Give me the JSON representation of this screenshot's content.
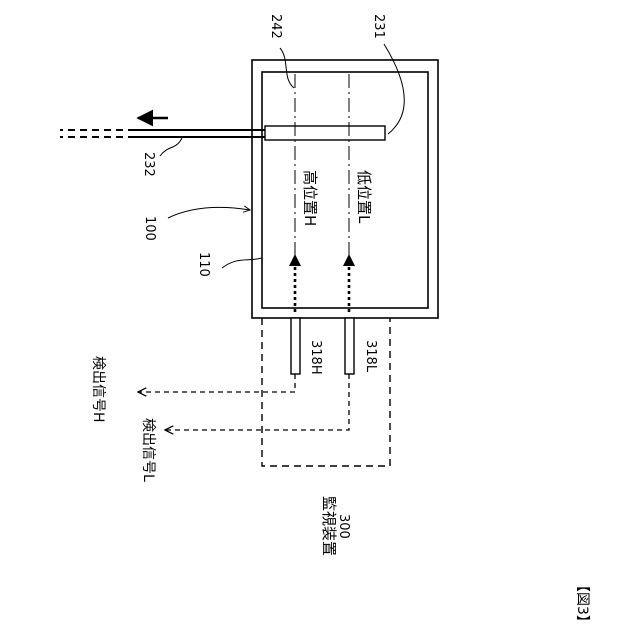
{
  "figure_label": "【図3】",
  "device": {
    "container_ref": "100",
    "liquid_ref": "110",
    "floater_ref": "231",
    "upper_ref": "242",
    "cable_ref": "232"
  },
  "levels": {
    "high": "高位置H",
    "low": "低位置L"
  },
  "sensors": {
    "high_ref": "318H",
    "low_ref": "318L"
  },
  "signals": {
    "high": "検出信号H",
    "low": "検出信号L"
  },
  "monitor": {
    "name": "監視装置",
    "ref": "300"
  }
}
